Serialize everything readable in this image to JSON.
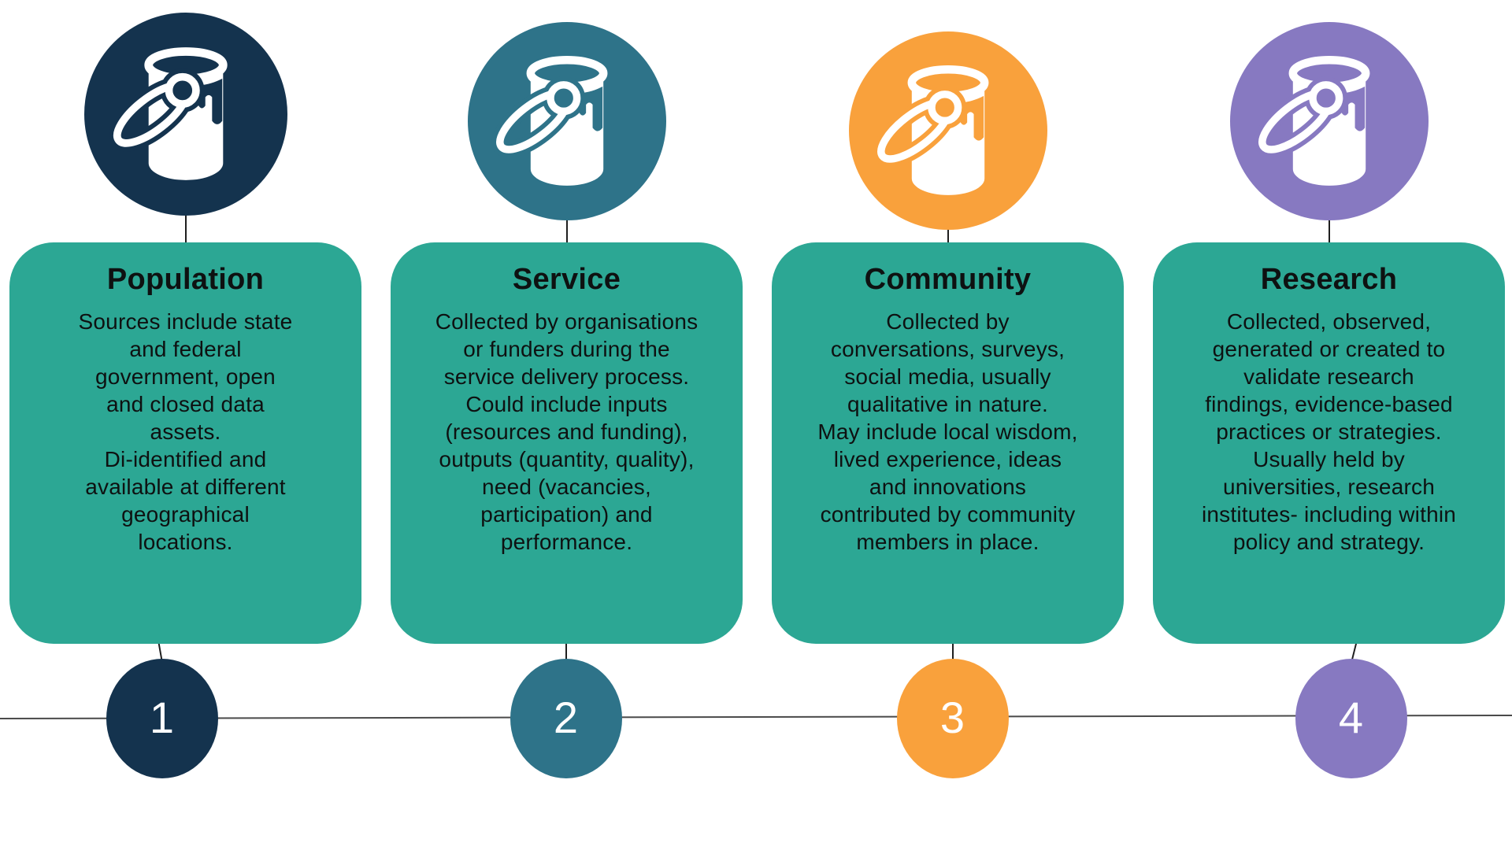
{
  "columns": [
    {
      "number": "1",
      "title": "Population",
      "description": "Sources include state\nand federal\ngovernment, open\nand closed data\nassets.\nDi-identified and\navailable at different\ngeographical\nlocations.",
      "accent_color": "#14334e",
      "icon": "paint-bucket-icon"
    },
    {
      "number": "2",
      "title": "Service",
      "description": "Collected by organisations\nor funders during the\nservice delivery process.\nCould include inputs\n(resources and funding),\noutputs (quantity, quality),\nneed (vacancies,\nparticipation) and\nperformance.",
      "accent_color": "#2e7389",
      "icon": "paint-bucket-icon"
    },
    {
      "number": "3",
      "title": "Community",
      "description": "Collected by\nconversations, surveys,\nsocial media, usually\nqualitative in nature.\nMay include local wisdom,\nlived experience, ideas\nand innovations\ncontributed by community\nmembers in place.",
      "accent_color": "#f9a13c",
      "icon": "paint-bucket-icon"
    },
    {
      "number": "4",
      "title": "Research",
      "description": "Collected, observed,\ngenerated or created to\nvalidate research\nfindings, evidence-based\npractices or strategies.\nUsually held by\nuniversities, research\ninstitutes- including within\npolicy and strategy.",
      "accent_color": "#8779c1",
      "icon": "paint-bucket-icon"
    }
  ],
  "colors": {
    "card_background": "#2ca794",
    "timeline_line": "#4a4a4a",
    "text": "#0e1111",
    "number_text": "#ffffff",
    "page_background": "#ffffff"
  }
}
